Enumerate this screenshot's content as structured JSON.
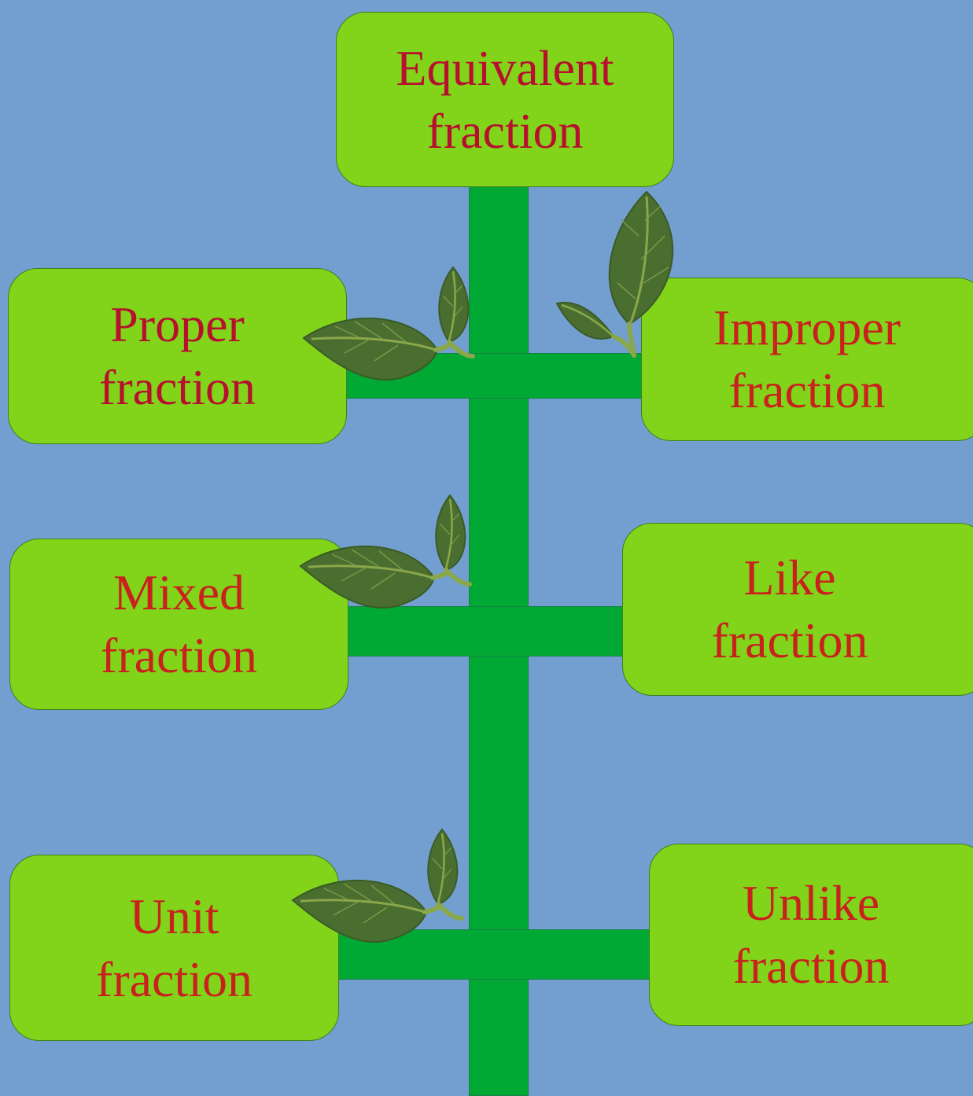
{
  "colors": {
    "background": "#729fcf",
    "stem": "#00a933",
    "box": "#81d41a",
    "text_top": "#b7102f",
    "text_red": "#c9211e",
    "leaf": "#4a6e30"
  },
  "nodes": {
    "equivalent": {
      "line1": "Equivalent",
      "line2": "fraction"
    },
    "proper": {
      "line1": "Proper",
      "line2": "fraction"
    },
    "improper": {
      "line1": "Improper",
      "line2": "fraction"
    },
    "mixed": {
      "line1": "Mixed",
      "line2": "fraction"
    },
    "like": {
      "line1": "Like",
      "line2": "fraction"
    },
    "unit": {
      "line1": "Unit",
      "line2": "fraction"
    },
    "unlike": {
      "line1": "Unlike",
      "line2": "fraction"
    }
  }
}
